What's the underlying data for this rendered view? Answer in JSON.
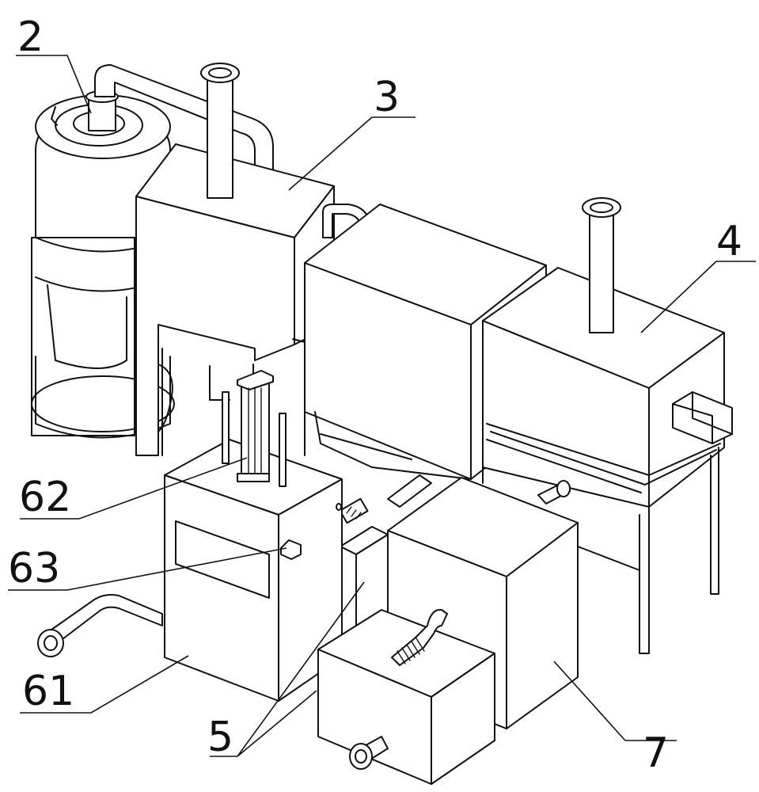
{
  "labels": {
    "cyclone": "2",
    "tank": "3",
    "dryer": "4",
    "unit": "5",
    "box": "61",
    "cylinder": "62",
    "sensor": "63",
    "collector": "7"
  }
}
